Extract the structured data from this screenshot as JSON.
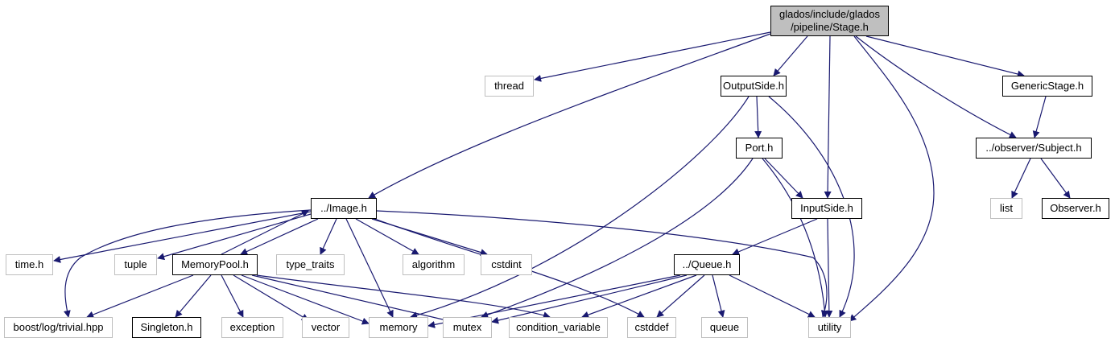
{
  "colors": {
    "edge": "#191970",
    "root_fill": "#bfbfbf",
    "node_border": "#000000",
    "system_border": "#bfbfbf"
  },
  "diagram": {
    "nodes": [
      {
        "id": "stage",
        "lines": [
          "glados/include/glados",
          "/pipeline/Stage.h"
        ],
        "kind": "root"
      },
      {
        "id": "thread",
        "label": "thread",
        "kind": "system"
      },
      {
        "id": "outputside",
        "label": "OutputSide.h",
        "kind": "project"
      },
      {
        "id": "genericstage",
        "label": "GenericStage.h",
        "kind": "project"
      },
      {
        "id": "port",
        "label": "Port.h",
        "kind": "project"
      },
      {
        "id": "subject",
        "label": "../observer/Subject.h",
        "kind": "project"
      },
      {
        "id": "image",
        "label": "../Image.h",
        "kind": "project"
      },
      {
        "id": "inputside",
        "label": "InputSide.h",
        "kind": "project"
      },
      {
        "id": "list",
        "label": "list",
        "kind": "system"
      },
      {
        "id": "observer",
        "label": "Observer.h",
        "kind": "project"
      },
      {
        "id": "time",
        "label": "time.h",
        "kind": "system"
      },
      {
        "id": "tuple",
        "label": "tuple",
        "kind": "system"
      },
      {
        "id": "memorypool",
        "label": "MemoryPool.h",
        "kind": "project"
      },
      {
        "id": "type_traits",
        "label": "type_traits",
        "kind": "system"
      },
      {
        "id": "algorithm",
        "label": "algorithm",
        "kind": "system"
      },
      {
        "id": "cstdint",
        "label": "cstdint",
        "kind": "system"
      },
      {
        "id": "queue_h",
        "label": "../Queue.h",
        "kind": "project"
      },
      {
        "id": "boost",
        "label": "boost/log/trivial.hpp",
        "kind": "system"
      },
      {
        "id": "singleton",
        "label": "Singleton.h",
        "kind": "project"
      },
      {
        "id": "exception",
        "label": "exception",
        "kind": "system"
      },
      {
        "id": "vector",
        "label": "vector",
        "kind": "system"
      },
      {
        "id": "memory",
        "label": "memory",
        "kind": "system"
      },
      {
        "id": "mutex",
        "label": "mutex",
        "kind": "system"
      },
      {
        "id": "condvar",
        "label": "condition_variable",
        "kind": "system"
      },
      {
        "id": "cstddef",
        "label": "cstddef",
        "kind": "system"
      },
      {
        "id": "queue",
        "label": "queue",
        "kind": "system"
      },
      {
        "id": "utility",
        "label": "utility",
        "kind": "system"
      }
    ],
    "edges": [
      [
        "stage",
        "thread"
      ],
      [
        "stage",
        "outputside"
      ],
      [
        "stage",
        "genericstage"
      ],
      [
        "stage",
        "subject"
      ],
      [
        "stage",
        "image"
      ],
      [
        "stage",
        "inputside"
      ],
      [
        "stage",
        "utility"
      ],
      [
        "outputside",
        "port"
      ],
      [
        "outputside",
        "memory"
      ],
      [
        "outputside",
        "utility"
      ],
      [
        "genericstage",
        "subject"
      ],
      [
        "port",
        "inputside"
      ],
      [
        "port",
        "mutex"
      ],
      [
        "port",
        "utility"
      ],
      [
        "subject",
        "list"
      ],
      [
        "subject",
        "observer"
      ],
      [
        "inputside",
        "queue_h"
      ],
      [
        "inputside",
        "utility"
      ],
      [
        "image",
        "time"
      ],
      [
        "image",
        "tuple"
      ],
      [
        "image",
        "memorypool"
      ],
      [
        "image",
        "type_traits"
      ],
      [
        "image",
        "algorithm"
      ],
      [
        "image",
        "cstdint"
      ],
      [
        "image",
        "boost"
      ],
      [
        "image",
        "memory"
      ],
      [
        "image",
        "cstddef"
      ],
      [
        "image",
        "utility"
      ],
      [
        "memorypool",
        "image"
      ],
      [
        "memorypool",
        "boost"
      ],
      [
        "memorypool",
        "singleton"
      ],
      [
        "memorypool",
        "exception"
      ],
      [
        "memorypool",
        "vector"
      ],
      [
        "memorypool",
        "memory"
      ],
      [
        "memorypool",
        "mutex"
      ],
      [
        "memorypool",
        "condvar"
      ],
      [
        "queue_h",
        "memory"
      ],
      [
        "queue_h",
        "mutex"
      ],
      [
        "queue_h",
        "condvar"
      ],
      [
        "queue_h",
        "cstddef"
      ],
      [
        "queue_h",
        "queue"
      ],
      [
        "queue_h",
        "utility"
      ]
    ]
  }
}
